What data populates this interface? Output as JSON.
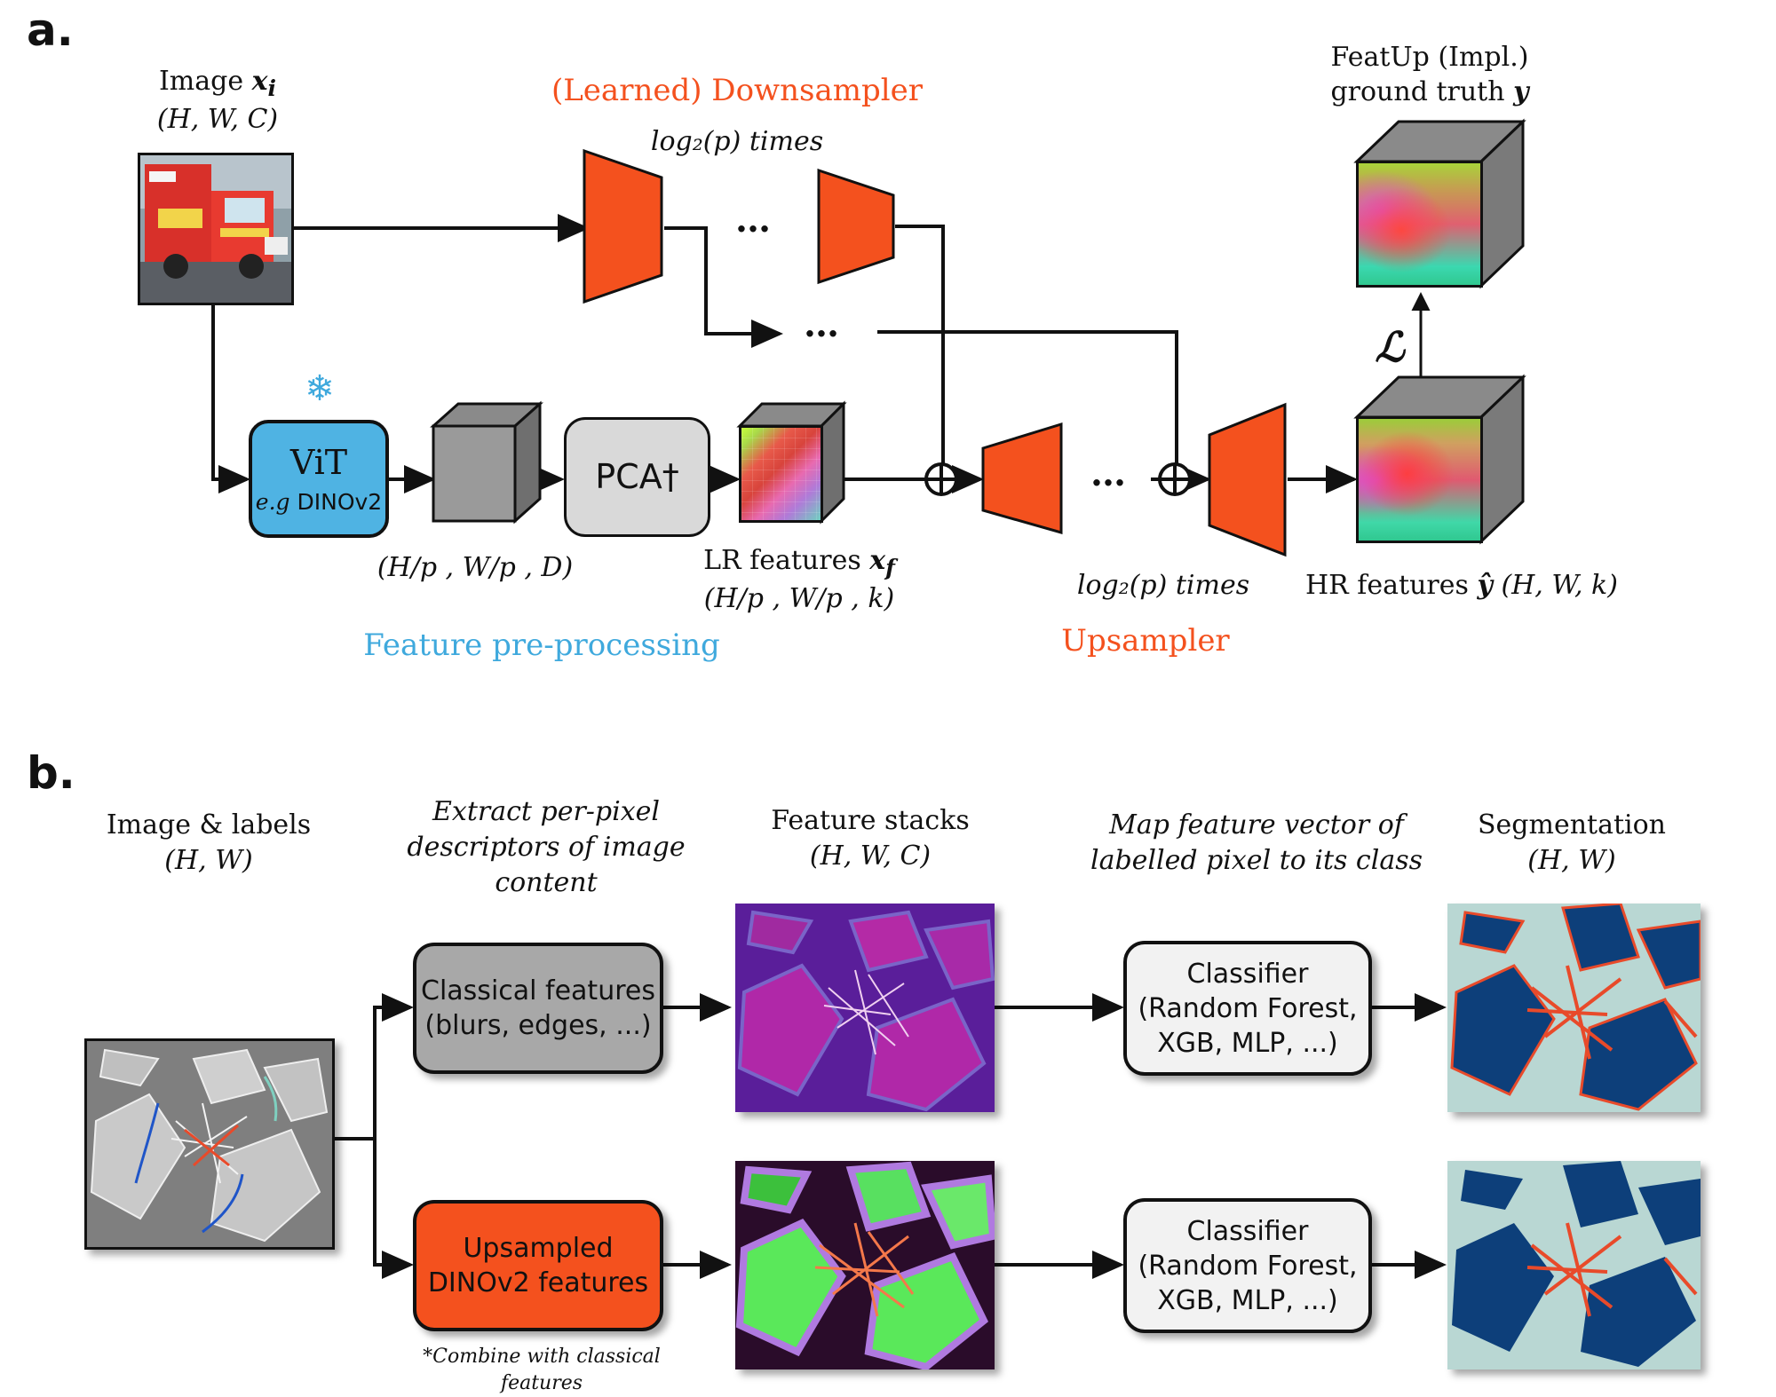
{
  "panel_a": {
    "label": "a.",
    "image_label": "Image",
    "image_var": "x",
    "image_sub": "i",
    "image_dims": "(H, W, C)",
    "downsampler_title": "(Learned) Downsampler",
    "down_times": "log₂(p) times",
    "ellipsis": "…",
    "vit_label": "ViT",
    "vit_sub_eg": "e.g",
    "vit_sub_model": "DINOv2",
    "snowflake": "❄",
    "vit_dims": "(H/p , W/p , D)",
    "pca_label": "PCA†",
    "lr_label": "LR features",
    "lr_var": "x",
    "lr_sub": "f",
    "lr_dims": "(H/p , W/p , k)",
    "preproc_title": "Feature pre-processing",
    "up_times": "log₂(p) times",
    "upsampler_title": "Upsampler",
    "featup_line1": "FeatUp (Impl.)",
    "featup_line2": "ground truth",
    "featup_var": "y",
    "loss_symbol": "ℒ",
    "hr_label": "HR features",
    "hr_var": "ŷ",
    "hr_dims": "(H, W, k)",
    "plus": "⊕"
  },
  "panel_b": {
    "label": "b.",
    "img_labels_line1": "Image & labels",
    "img_labels_line2": "(H, W)",
    "extract_line1": "Extract per-pixel",
    "extract_line2": "descriptors of image",
    "extract_line3": "content",
    "stacks_line1": "Feature stacks",
    "stacks_line2": "(H, W, C)",
    "map_line1": "Map feature vector of",
    "map_line2": "labelled pixel to its class",
    "seg_line1": "Segmentation",
    "seg_line2": "(H, W)",
    "classical_line1": "Classical features",
    "classical_line2": "(blurs, edges, ...)",
    "upsampled_line1": "Upsampled",
    "upsampled_line2": "DINOv2 features",
    "combine_note_line1": "*Combine with classical",
    "combine_note_line2": "features",
    "classifier_line1": "Classifier",
    "classifier_line2": "(Random Forest,",
    "classifier_line3": "XGB, MLP, ...)"
  },
  "colors": {
    "orange": "#f4511e",
    "vit_blue": "#4fb3e3",
    "text_blue": "#3fa9dd",
    "grey_box": "#a8a8a8",
    "light_box": "#d9d9d9",
    "white_box": "#f2f2f2",
    "seg_navy": "#0d3f7a",
    "seg_bg": "#b9d7d3"
  }
}
